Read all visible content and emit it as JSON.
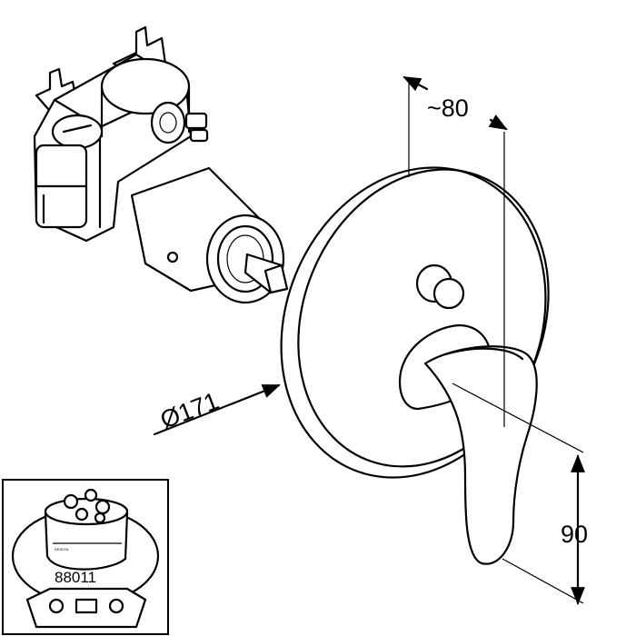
{
  "dimensions": {
    "diameter": "Ø171",
    "depth": "~80",
    "height": "90"
  },
  "inset": {
    "part_number": "88011",
    "body_marking": "DESIGN"
  },
  "colors": {
    "line": "#000000",
    "background": "#ffffff"
  }
}
